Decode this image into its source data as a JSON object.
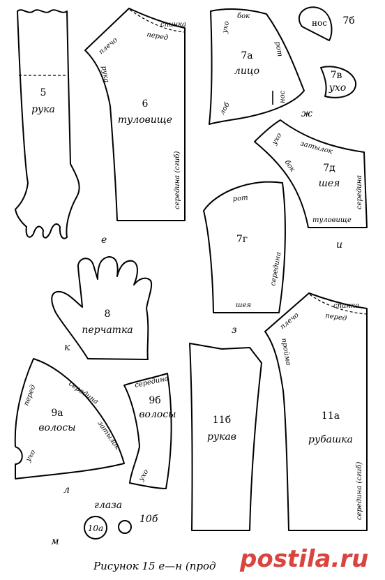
{
  "pieces": {
    "p5": {
      "num": "5",
      "name": "рука"
    },
    "p6": {
      "num": "6",
      "name": "туловище",
      "spinka": "спинка",
      "pered": "перед",
      "plecho": "плечо",
      "ruka": "рука",
      "seredina": "середина (сгиб)"
    },
    "p7a": {
      "num": "7а",
      "name": "лицо",
      "ukho": "ухо",
      "bok": "бок",
      "rot": "рот",
      "nos": "нос",
      "lob": "лоб"
    },
    "p7b": {
      "num": "7б",
      "label": "нос"
    },
    "p7v": {
      "num": "7в",
      "name": "ухо"
    },
    "p7d": {
      "num": "7д",
      "name": "шея",
      "ukho": "ухо",
      "zatylok": "затылок",
      "bok": "бок",
      "seredina": "середина",
      "tulovishche": "туловище"
    },
    "p7g": {
      "num": "7г",
      "rot": "рот",
      "seredina": "середина",
      "sheya": "шея"
    },
    "p8": {
      "num": "8",
      "name": "перчатка"
    },
    "p9a": {
      "num": "9а",
      "name": "волосы",
      "pered": "перед",
      "seredina": "середина",
      "zatylok": "затылок",
      "ukho": "ухо"
    },
    "p9b": {
      "num": "9б",
      "name": "волосы",
      "seredina": "середина",
      "ukho": "ухо"
    },
    "p11b": {
      "num": "11б",
      "name": "рукав"
    },
    "p11a": {
      "num": "11а",
      "name": "рубашка",
      "spinka": "спинка",
      "pered": "перед",
      "plecho": "плечо",
      "proyma": "пройма",
      "seredina": "середина (сгиб)"
    },
    "p10a": {
      "num": "10а"
    },
    "p10b": {
      "num": "10б"
    },
    "glaza": "глаза"
  },
  "letters": {
    "e": "е",
    "zh": "ж",
    "z": "з",
    "i": "и",
    "k": "к",
    "l": "л",
    "m": "м"
  },
  "caption": "Рисунок 15 е—н (прод",
  "watermark": "postila.ru"
}
